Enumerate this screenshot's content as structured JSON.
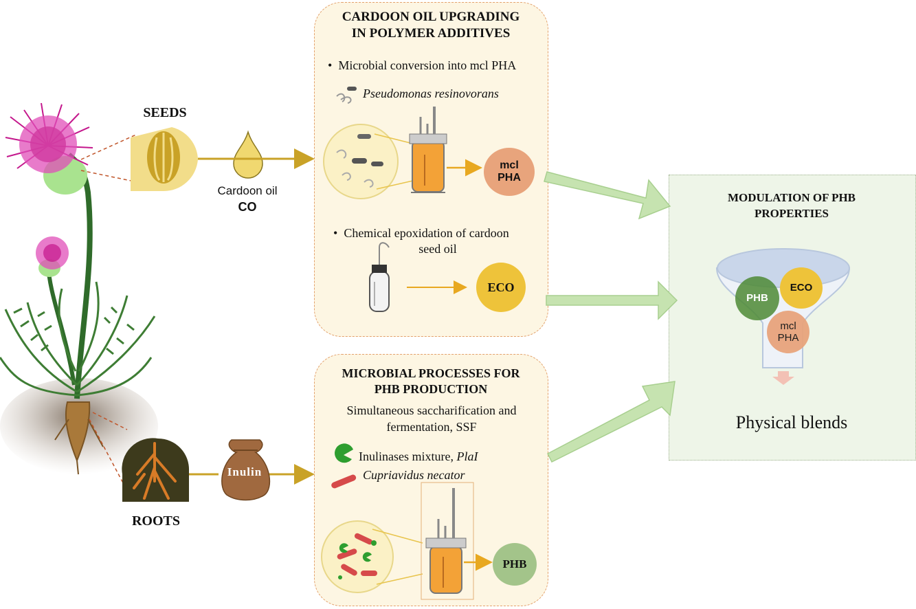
{
  "plant": {
    "seeds_label": "SEEDS",
    "roots_label": "ROOTS",
    "oil_label": "Cardoon oil",
    "oil_abbrev": "CO",
    "inulin_label": "Inulin"
  },
  "panel_oil": {
    "title_line1": "CARDOON OIL UPGRADING",
    "title_line2": "IN POLYMER ADDITIVES",
    "bullet1": "Microbial conversion into mcl PHA",
    "organism1": "Pseudomonas resinovorans",
    "product1_line1": "mcl",
    "product1_line2": "PHA",
    "bullet2_line1": "Chemical epoxidation of  cardoon",
    "bullet2_line2": "seed oil",
    "product2": "ECO"
  },
  "panel_phb": {
    "title_line1": "MICROBIAL PROCESSES FOR",
    "title_line2": "PHB PRODUCTION",
    "process_line1": "Simultaneous saccharification and",
    "process_line2": "fermentation, SSF",
    "enzyme_prefix": "Inulinases mixture, ",
    "enzyme_name": "PlaI",
    "organism": "Cupriavidus necator",
    "product": "PHB"
  },
  "panel_mod": {
    "title_line1": "MODULATION OF PHB",
    "title_line2": "PROPERTIES",
    "circle_phb": "PHB",
    "circle_eco": "ECO",
    "circle_mcl_line1": "mcl",
    "circle_mcl_line2": "PHA",
    "result": "Physical blends"
  },
  "colors": {
    "panel_fill": "#fdf6e3",
    "panel_border": "#e3a06b",
    "mod_fill": "#eef5e8",
    "arrow_gold": "#c9a227",
    "arrow_green": "#c6e3b0",
    "mcl_pha": "#e8a47c",
    "eco": "#eec33a",
    "phb_light": "#a3c48a",
    "phb_dark": "#4e8a35"
  }
}
